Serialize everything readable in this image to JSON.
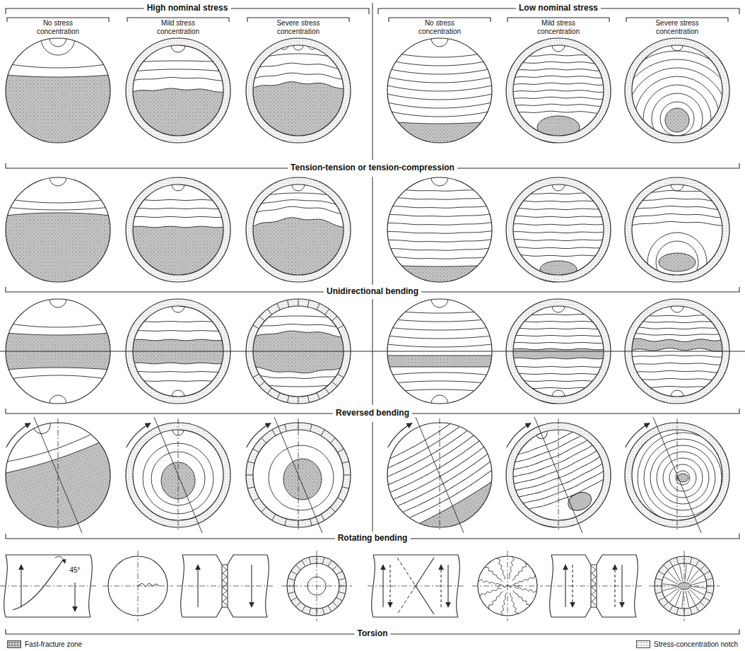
{
  "diagram": {
    "labels": [
      "High nominal stress",
      "Low nominal stress",
      "No stress concentration",
      "Mild stress concentration",
      "Severe stress concentration",
      "No stress concentration",
      "Mild stress concentration",
      "Severe stress concentration",
      "Tension-tension or tension-compression",
      "Unidirectional bending",
      "Reversed bending",
      "Rotating bending",
      "45°",
      "Torsion"
    ],
    "legend": [
      {
        "text": "Fast-fracture zone",
        "color": "#c4c4c4"
      },
      {
        "text": "Stress-concentration notch"
      }
    ]
  }
}
